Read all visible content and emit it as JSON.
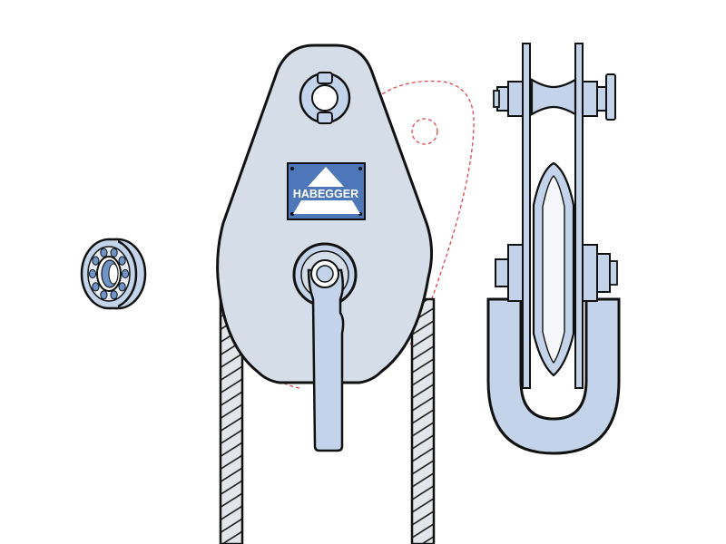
{
  "diagram": {
    "brand_label": "HABEGGER",
    "colors": {
      "outline": "#111111",
      "body_fill": "#d4dde8",
      "steel_fill": "#c3d4ea",
      "badge_fill": "#4d77b8",
      "badge_text": "#ffffff",
      "wire_fill": "#e2e6ea",
      "bearing_blue": "#6d93c7",
      "hidden_line": "#e0474c",
      "sheave_groove": "#f4f6f9"
    },
    "parts": [
      {
        "name": "ball-bearing"
      },
      {
        "name": "pulley-block"
      },
      {
        "name": "wire-rope"
      },
      {
        "name": "swing-plate"
      },
      {
        "name": "side-view-block"
      }
    ]
  }
}
